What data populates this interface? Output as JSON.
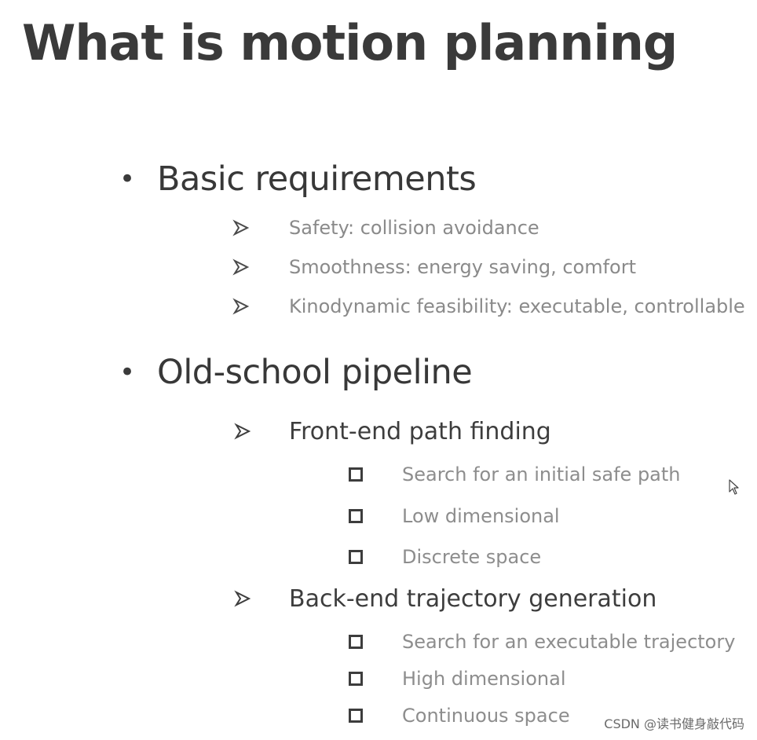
{
  "title": "What is motion planning",
  "section1": {
    "bullet": "•",
    "heading": "Basic requirements",
    "items": [
      "Safety: collision avoidance",
      "Smoothness: energy saving, comfort",
      "Kinodynamic feasibility: executable, controllable"
    ]
  },
  "section2": {
    "bullet": "•",
    "heading": "Old-school pipeline",
    "groups": [
      {
        "label": "Front-end path finding",
        "items": [
          "Search for an initial safe path",
          "Low dimensional",
          "Discrete space"
        ]
      },
      {
        "label": "Back-end trajectory generation",
        "items": [
          "Search for an executable trajectory",
          "High dimensional",
          "Continuous space"
        ]
      }
    ]
  },
  "watermark": "CSDN @读书健身敲代码",
  "icons": {
    "sub_bullet": "arrowhead-icon",
    "sub_sub_bullet": "hollow-square-icon",
    "pointer": "mouse-cursor-icon"
  },
  "colors": {
    "heading": "#383838",
    "light_text": "#8a8a8a",
    "background": "#ffffff"
  }
}
